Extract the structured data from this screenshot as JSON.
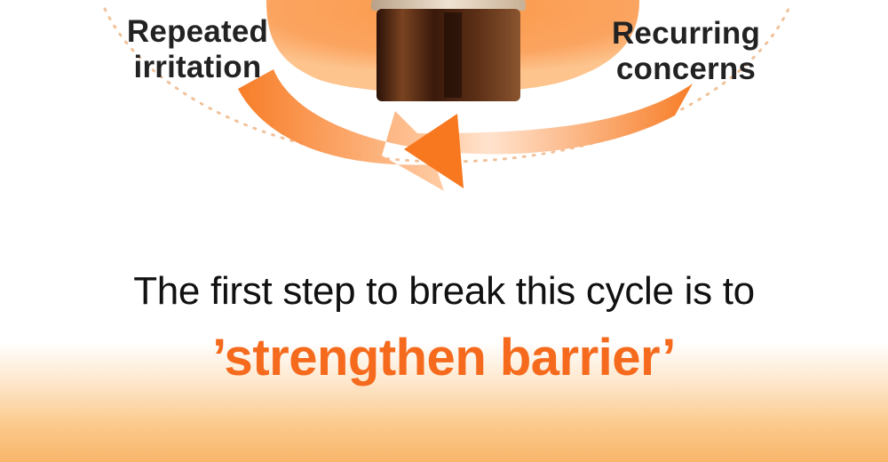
{
  "cycle": {
    "left_label": [
      "Repeated",
      "irritation"
    ],
    "right_label": [
      "Recurring",
      "concerns"
    ]
  },
  "headline": "The first step to break this cycle is to",
  "emphasis": "’strengthen barrier’",
  "colors": {
    "accent": "#f56a1c",
    "arrow_orange": "#f7781f",
    "background_orange": "#f9b56a",
    "jar_brown": "#5a2f18",
    "text_dark": "#111111"
  }
}
